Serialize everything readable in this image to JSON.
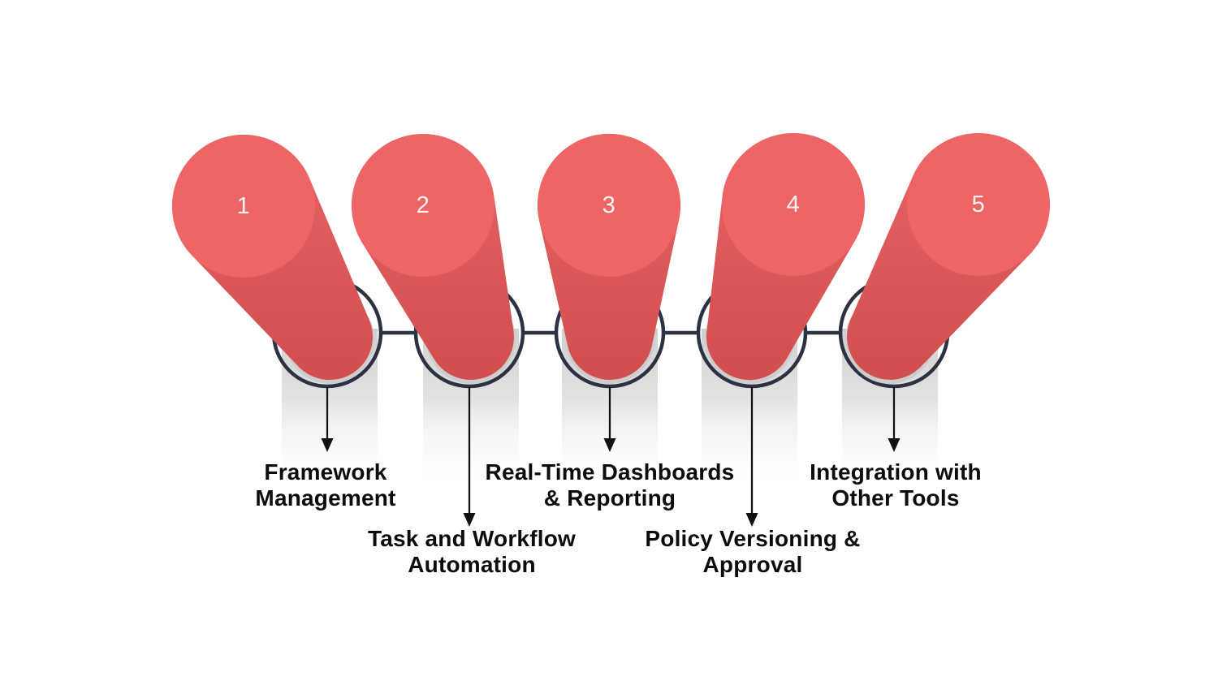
{
  "diagram": {
    "type": "process-pins-flow",
    "background": "#ffffff",
    "steps": [
      {
        "number": "1",
        "label_lines": [
          "Framework",
          "Management"
        ]
      },
      {
        "number": "2",
        "label_lines": [
          "Task and Workflow",
          "Automation"
        ]
      },
      {
        "number": "3",
        "label_lines": [
          "Real-Time Dashboards",
          "& Reporting"
        ]
      },
      {
        "number": "4",
        "label_lines": [
          "Policy Versioning &",
          "Approval"
        ]
      },
      {
        "number": "5",
        "label_lines": [
          "Integration with",
          "Other Tools"
        ]
      }
    ],
    "colors": {
      "pin_cap": "#ee6566",
      "pin_body_top": "#e35f5f",
      "pin_body_bottom": "#d14e4e",
      "socket_ring": "#2b3242",
      "socket_shadow": "#cdcdcd",
      "band_gray": "#cfcfcf",
      "arrow": "#111111",
      "label_text": "#0c0c0c",
      "number_text": "#fbf4f4"
    }
  }
}
